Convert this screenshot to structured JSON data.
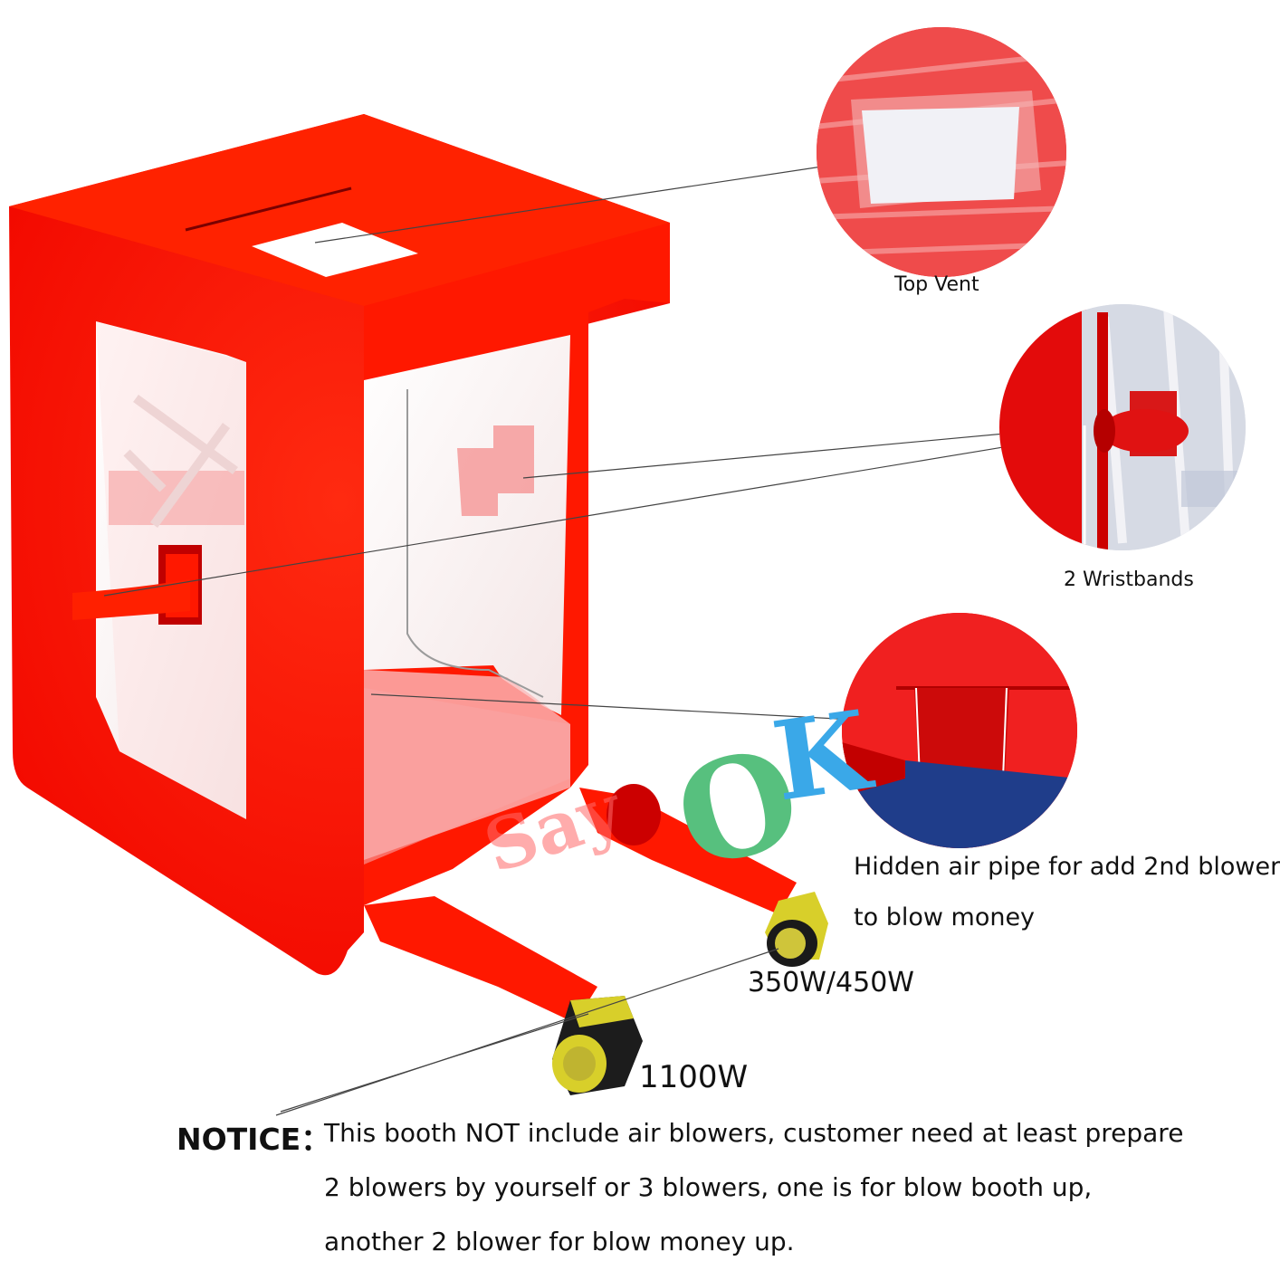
{
  "watermark": {
    "part1": "Say",
    "part2": "O",
    "part3": "K"
  },
  "details": {
    "top_vent": "Top Vent",
    "wristbands": "2 Wristbands",
    "hidden_pipe_line1": "Hidden air pipe for add 2nd blower",
    "hidden_pipe_line2": "to blow money"
  },
  "blowers": {
    "small": "350W/450W",
    "large": "1100W"
  },
  "notice": {
    "title": "NOTICE：",
    "line1": "This booth NOT include air blowers, customer need at least prepare",
    "line2": "2 blowers  by yourself or 3 blowers, one is for blow booth up,",
    "line3": "another 2 blower for blow money up."
  },
  "colors": {
    "booth_red": "#ff1a00",
    "blower_yellow": "#d9d22a",
    "watermark_green": "#57c07e",
    "watermark_blue": "#3aa8e8"
  }
}
